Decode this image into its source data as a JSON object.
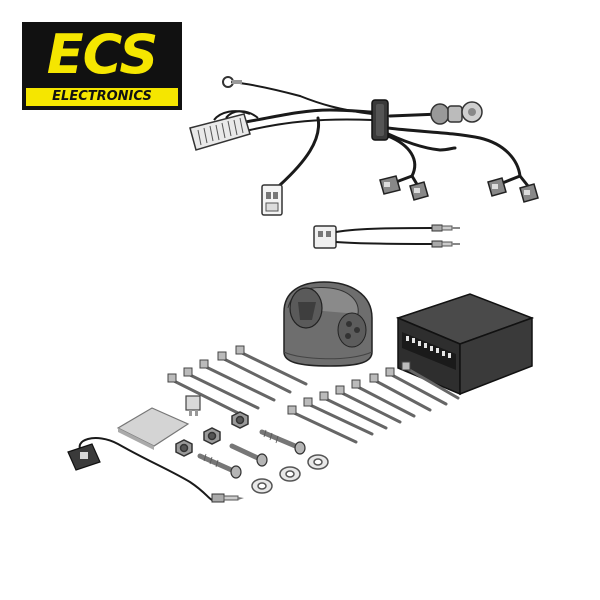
{
  "logo": {
    "main": "ECS",
    "sub": "ELECTRONICS",
    "colors": {
      "yellow": "#f5e600",
      "black": "#111111"
    }
  },
  "items": [
    "wiring-harness",
    "connector-adapter",
    "socket-13-pin",
    "control-module",
    "cable-ties",
    "foam-pad",
    "fuse",
    "nuts",
    "bolts",
    "washers",
    "sensor-lead"
  ]
}
